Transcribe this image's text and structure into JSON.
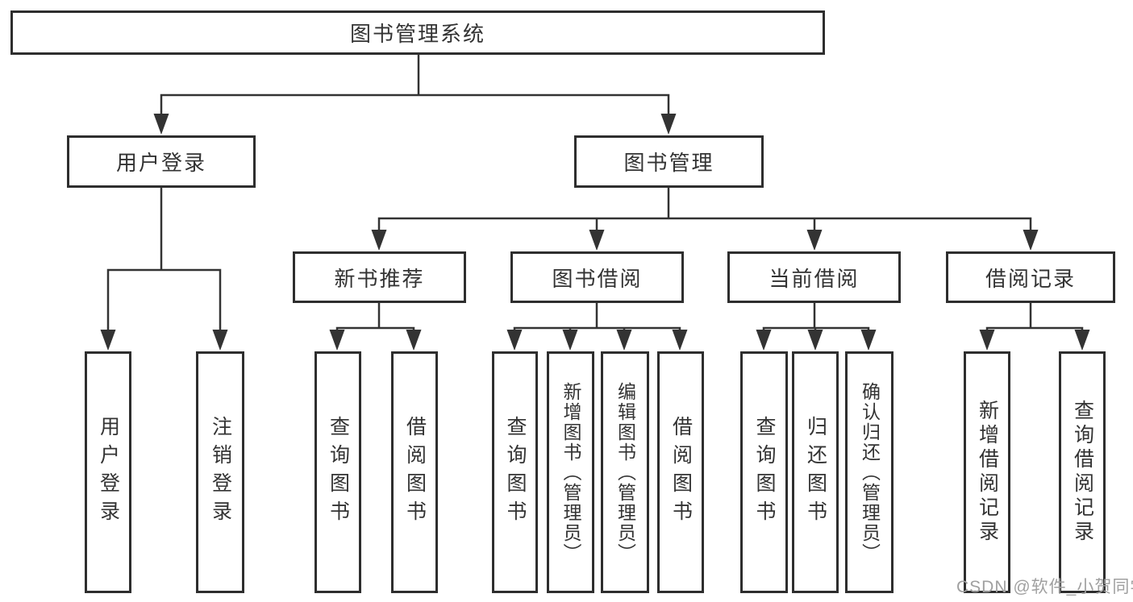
{
  "diagram": {
    "root": {
      "label": "图书管理系统",
      "children": [
        {
          "label": "用户登录",
          "children": [
            {
              "label": "用户登录"
            },
            {
              "label": "注销登录"
            }
          ]
        },
        {
          "label": "图书管理",
          "children": [
            {
              "label": "新书推荐",
              "children": [
                {
                  "label": "查询图书"
                },
                {
                  "label": "借阅图书"
                }
              ]
            },
            {
              "label": "图书借阅",
              "children": [
                {
                  "label": "查询图书"
                },
                {
                  "label": "新增图书（管理员）"
                },
                {
                  "label": "编辑图书（管理员）"
                },
                {
                  "label": "借阅图书"
                }
              ]
            },
            {
              "label": "当前借阅",
              "children": [
                {
                  "label": "查询图书"
                },
                {
                  "label": "归还图书"
                },
                {
                  "label": "确认归还（管理员）"
                }
              ]
            },
            {
              "label": "借阅记录",
              "children": [
                {
                  "label": "新增借阅记录"
                },
                {
                  "label": "查询借阅记录"
                }
              ]
            }
          ]
        }
      ]
    }
  },
  "watermark": {
    "text": "CSDN @软件_小贺同学"
  },
  "colors": {
    "background": "#ffffff",
    "box_border": "#2e2e2e",
    "connector_line": "#333333",
    "text": "#333333",
    "watermark": "#a0a0a0"
  }
}
